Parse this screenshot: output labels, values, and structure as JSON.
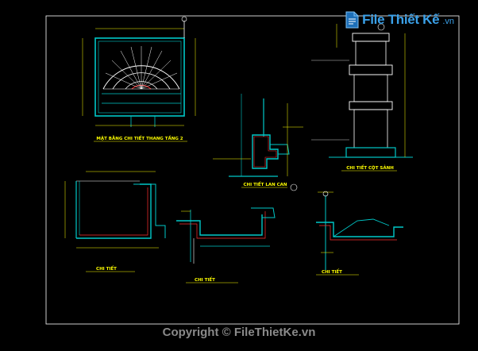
{
  "watermark": {
    "logo_text": "File Thiết Kế",
    "logo_ext": ".vn",
    "copyright": "Copyright © FileThietKe.vn"
  },
  "titles": {
    "stair_plan": "MẶT BẰNG CHI TIẾT THANG TẦNG 2",
    "railing_detail": "CHI TIẾT LAN CAN",
    "column_detail": "CHI TIẾT CỘT SẢNH",
    "detail_a": "CHI TIẾT",
    "detail_b": "CHI TIẾT",
    "detail_c": "CHI TIẾT"
  },
  "colors": {
    "background": "#000000",
    "frame": "#ffffff",
    "linework": "#00c8c8",
    "hatch": "#ff3030",
    "dimension": "#ffff00",
    "brand": "#3aa0e8",
    "copyright": "#8a8a8a"
  }
}
